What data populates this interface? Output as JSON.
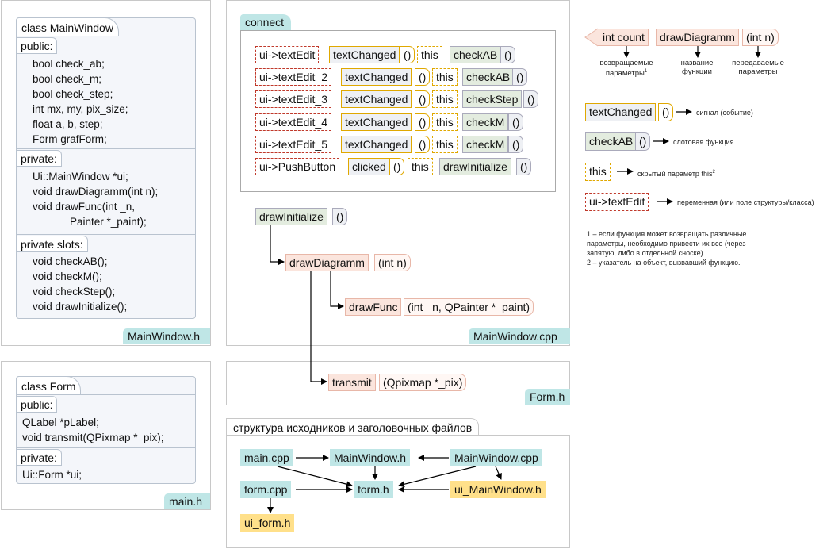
{
  "mainwindow_h": {
    "class_title": "class MainWindow",
    "public_label": "public:",
    "public_members": [
      "bool check_ab;",
      "bool check_m;",
      "bool check_step;",
      "int mx, my, pix_size;",
      "float a, b, step;",
      "Form grafForm;"
    ],
    "private_label": "private:",
    "private_members": [
      "Ui::MainWindow *ui;",
      "void drawDiagramm(int n);",
      "void drawFunc(int _n,",
      "Painter *_paint);"
    ],
    "slots_label": "private slots:",
    "slots_members": [
      "void checkAB();",
      "void checkM();",
      "void checkStep();",
      "void drawInitialize();"
    ],
    "file_label": "MainWindow.h"
  },
  "main_h": {
    "class_title": "class Form",
    "public_label": "public:",
    "public_members": [
      "QLabel *pLabel;",
      "void transmit(QPixmap *_pix);"
    ],
    "private_label": "private:",
    "private_members": [
      "Ui::Form *ui;"
    ],
    "file_label": "main.h"
  },
  "mainwindow_cpp": {
    "connect_title": "connect",
    "rows": [
      {
        "var": "ui->textEdit",
        "signal": "textChanged",
        "sp": "()",
        "this": "this",
        "slot": "checkAB",
        "slp": "()"
      },
      {
        "var": "ui->textEdit_2",
        "signal": "textChanged",
        "sp": "()",
        "this": "this",
        "slot": "checkAB",
        "slp": "()"
      },
      {
        "var": "ui->textEdit_3",
        "signal": "textChanged",
        "sp": "()",
        "this": "this",
        "slot": "checkStep",
        "slp": "()"
      },
      {
        "var": "ui->textEdit_4",
        "signal": "textChanged",
        "sp": "()",
        "this": "this",
        "slot": "checkM",
        "slp": "()"
      },
      {
        "var": "ui->textEdit_5",
        "signal": "textChanged",
        "sp": "()",
        "this": "this",
        "slot": "checkM",
        "slp": "()"
      },
      {
        "var": "ui->PushButton",
        "signal": "clicked",
        "sp": "()",
        "this": "this",
        "slot": "drawInitialize",
        "slp": "()"
      }
    ],
    "flow": {
      "draw_initialize": "drawInitialize",
      "di_params": "()",
      "draw_diagramm": "drawDiagramm",
      "dd_params": "(int n)",
      "draw_func": "drawFunc",
      "df_params": "(int _n, QPainter *_paint)"
    },
    "file_label": "MainWindow.cpp"
  },
  "form_h": {
    "transmit": "transmit",
    "transmit_params": "(Qpixmap *_pix)",
    "file_label": "Form.h"
  },
  "structure": {
    "title": "структура исходников и заголовочных файлов",
    "files": {
      "main_cpp": "main.cpp",
      "mainwindow_h": "MainWindow.h",
      "mainwindow_cpp": "MainWindow.cpp",
      "form_cpp": "form.cpp",
      "form_h": "form.h",
      "ui_mainwindow_h": "ui_MainWindow.h",
      "ui_form_h": "ui_form.h"
    }
  },
  "legend": {
    "ret": "int count",
    "name": "drawDiagramm",
    "params": "(int n)",
    "ret_caption_1": "возвращаемые",
    "ret_caption_2": "параметры",
    "ret_sup": "1",
    "name_caption_1": "название",
    "name_caption_2": "функции",
    "par_caption_1": "передаваемые",
    "par_caption_2": "параметры",
    "signal_example": "textChanged",
    "signal_p": "()",
    "signal_desc": "сигнал (событие)",
    "slot_example": "checkAB",
    "slot_p": "()",
    "slot_desc": "слотовая функция",
    "this_example": "this",
    "this_desc": "скрытый параметр this",
    "this_sup": "2",
    "var_example": "ui->textEdit",
    "var_desc": "переменная (или поле структуры/класса)",
    "note1": "1 – если функция может возвращать различные параметры, необходимо привести их все (через запятую, либо в отдельной сноске).",
    "note2": "2 – указатель на объект, вызвавший функцию."
  },
  "colors": {
    "cyan": "#bfe6e6",
    "yellow": "#ffe08a",
    "fn_bg": "#fbe5dd",
    "slot_bg": "#e3ecdf",
    "var_border": "#c0392b",
    "signal_border": "#e0a800"
  }
}
